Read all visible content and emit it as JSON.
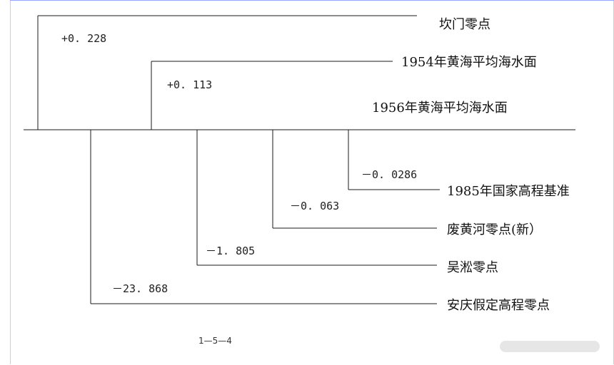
{
  "datums": [
    {
      "id": "kanmen",
      "label": "坎门零点",
      "offset": "+0. 228"
    },
    {
      "id": "y1954",
      "label": "1954年黄海平均海水面",
      "offset": "+0. 113"
    },
    {
      "id": "y1956",
      "label": "1956年黄海平均海水面",
      "offset": ""
    },
    {
      "id": "y1985",
      "label": "1985年国家高程基准",
      "offset": "－0. 0286"
    },
    {
      "id": "feihuang",
      "label": "废黄河零点(新）",
      "offset": "－0. 063"
    },
    {
      "id": "wusong",
      "label": "吴淞零点",
      "offset": "－1. 805"
    },
    {
      "id": "anqing",
      "label": "安庆假定高程零点",
      "offset": "－23. 868"
    }
  ],
  "figure_number": "1—5—4"
}
